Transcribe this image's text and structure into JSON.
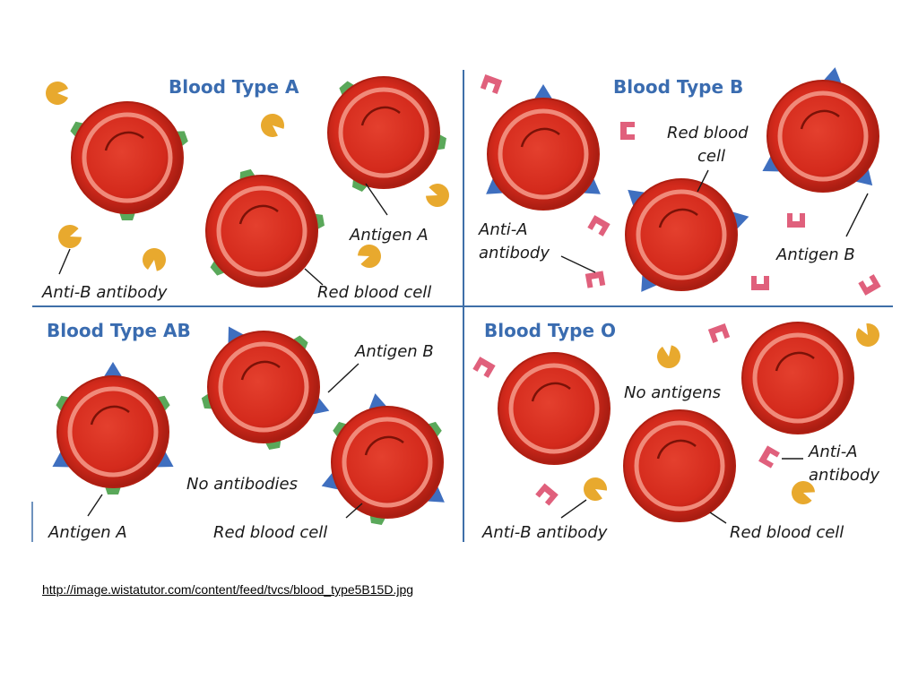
{
  "diagram": {
    "panels": [
      {
        "id": "a",
        "title": "Blood Type A",
        "labels": {
          "antigen": "Antigen A",
          "antibody": "Anti-B antibody",
          "cell": "Red blood cell"
        }
      },
      {
        "id": "b",
        "title": "Blood Type B",
        "labels": {
          "cell_line1": "Red blood",
          "cell_line2": "cell",
          "antibody_line1": "Anti-A",
          "antibody_line2": "antibody",
          "antigen": "Antigen B"
        }
      },
      {
        "id": "ab",
        "title": "Blood Type AB",
        "labels": {
          "antigen_b": "Antigen B",
          "none": "No antibodies",
          "antigen_a": "Antigen A",
          "cell": "Red blood cell"
        }
      },
      {
        "id": "o",
        "title": "Blood Type O",
        "labels": {
          "none": "No antigens",
          "antibody_a_line1": "Anti-A",
          "antibody_a_line2": "antibody",
          "antibody_b": "Anti-B antibody",
          "cell": "Red blood cell"
        }
      }
    ],
    "colors": {
      "cell": "#d42a1c",
      "cell_rim": "#b01f12",
      "cell_ring": "#f08a7a",
      "antigen_a": "#5aa85a",
      "antigen_b": "#3f6fbf",
      "anti_a_antibody": "#e0607c",
      "anti_b_antibody": "#e8a92e",
      "divider": "#3f6fa8",
      "title": "#3a6cb0"
    }
  },
  "footer": {
    "source_url": "http://image.wistatutor.com/content/feed/tvcs/blood_type5B15D.jpg"
  }
}
